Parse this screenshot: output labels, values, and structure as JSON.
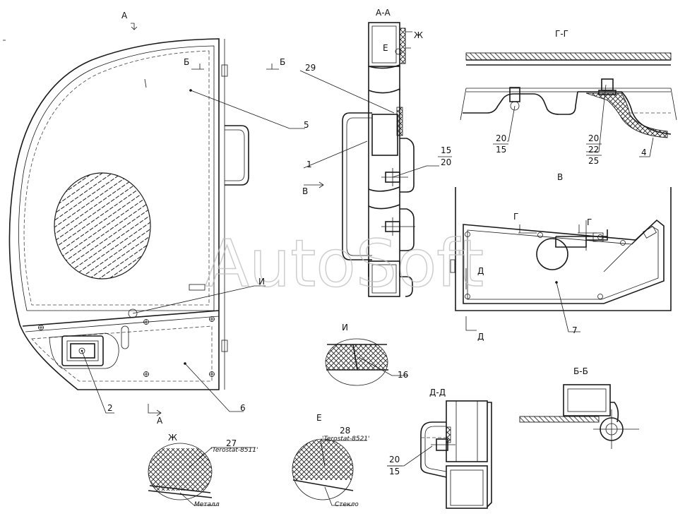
{
  "watermark": "AutoSoft",
  "views": {
    "section_aa": "А-А",
    "section_gg": "Г-Г",
    "view_v": "В",
    "detail_i": "И",
    "section_bb": "Б-Б",
    "section_dd": "Д-Д",
    "detail_zh": "Ж",
    "detail_e": "Е"
  },
  "markers": {
    "a_top": "А",
    "a_bottom": "А",
    "b_left": "Б",
    "b_right": "Б",
    "zh": "Ж",
    "e": "Е",
    "v_arrow": "В",
    "i": "И",
    "g1": "Г",
    "g2": "Г",
    "d_top": "Д",
    "d_bottom": "Д"
  },
  "callouts": {
    "c1": "1",
    "c2": "2",
    "c4": "4",
    "c5": "5",
    "c6": "6",
    "c7": "7",
    "c15": "15",
    "c16": "16",
    "c20": "20",
    "c22": "22",
    "c25": "25",
    "c29": "29",
    "c27": "27",
    "c28": "28"
  },
  "notes": {
    "terostat_8511": "'Terostat-8511'",
    "terostat_8521": "'Terostat-8521'",
    "metal": "Металл",
    "glass": "Стекло"
  }
}
